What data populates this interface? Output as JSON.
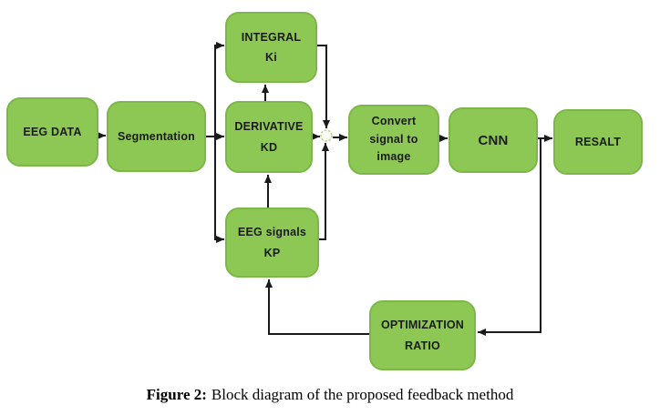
{
  "figure_caption": {
    "prefix": "Figure 2:",
    "text": "Block diagram of the proposed feedback method"
  },
  "colors": {
    "background": "#ffffff",
    "node_fill": "#8ec854",
    "node_border": "#7db649",
    "node_text": "#1b1b1b",
    "arrow": "#1a1a1a"
  },
  "diagram": {
    "type": "block-diagram-flowchart",
    "nodes": {
      "eeg_data": {
        "label": "EEG DATA",
        "lines": [
          "EEG DATA"
        ]
      },
      "segmentation": {
        "label": "Segmentation",
        "lines": [
          "Segmentation"
        ]
      },
      "integral_ki": {
        "label": "INTEGRAL Ki",
        "lines": [
          "INTEGRAL",
          "Ki"
        ]
      },
      "derivative_kd": {
        "label": "DERIVATIVE KD",
        "lines": [
          "DERIVATIVE",
          "KD"
        ]
      },
      "eeg_signals_kp": {
        "label": "EEG signals KP",
        "lines": [
          "EEG signals",
          "KP"
        ]
      },
      "convert_signal": {
        "label": "Convert signal to image",
        "lines": [
          "Convert",
          "signal to",
          "image"
        ]
      },
      "cnn": {
        "label": "CNN",
        "lines": [
          "CNN"
        ]
      },
      "resalt": {
        "label": "RESALT",
        "lines": [
          "RESALT"
        ]
      },
      "optimization_ratio": {
        "label": "OPTIMIZATION RATIO",
        "lines": [
          "OPTIMIZATION",
          "RATIO"
        ]
      }
    },
    "junction": {
      "name": "summing-junction",
      "shape": "small-dashed-circle"
    },
    "edges": [
      {
        "from": "eeg_data",
        "to": "segmentation"
      },
      {
        "from": "segmentation",
        "to": "derivative_kd"
      },
      {
        "from": "segmentation",
        "to": "integral_ki"
      },
      {
        "from": "segmentation",
        "to": "eeg_signals_kp"
      },
      {
        "from": "derivative_kd",
        "to": "integral_ki"
      },
      {
        "from": "eeg_signals_kp",
        "to": "derivative_kd"
      },
      {
        "from": "integral_ki",
        "to": "summing-junction"
      },
      {
        "from": "derivative_kd",
        "to": "summing-junction"
      },
      {
        "from": "eeg_signals_kp",
        "to": "summing-junction"
      },
      {
        "from": "summing-junction",
        "to": "convert_signal"
      },
      {
        "from": "convert_signal",
        "to": "cnn"
      },
      {
        "from": "cnn",
        "to": "resalt"
      },
      {
        "from": "cnn",
        "to": "optimization_ratio"
      },
      {
        "from": "optimization_ratio",
        "to": "eeg_signals_kp"
      }
    ]
  }
}
